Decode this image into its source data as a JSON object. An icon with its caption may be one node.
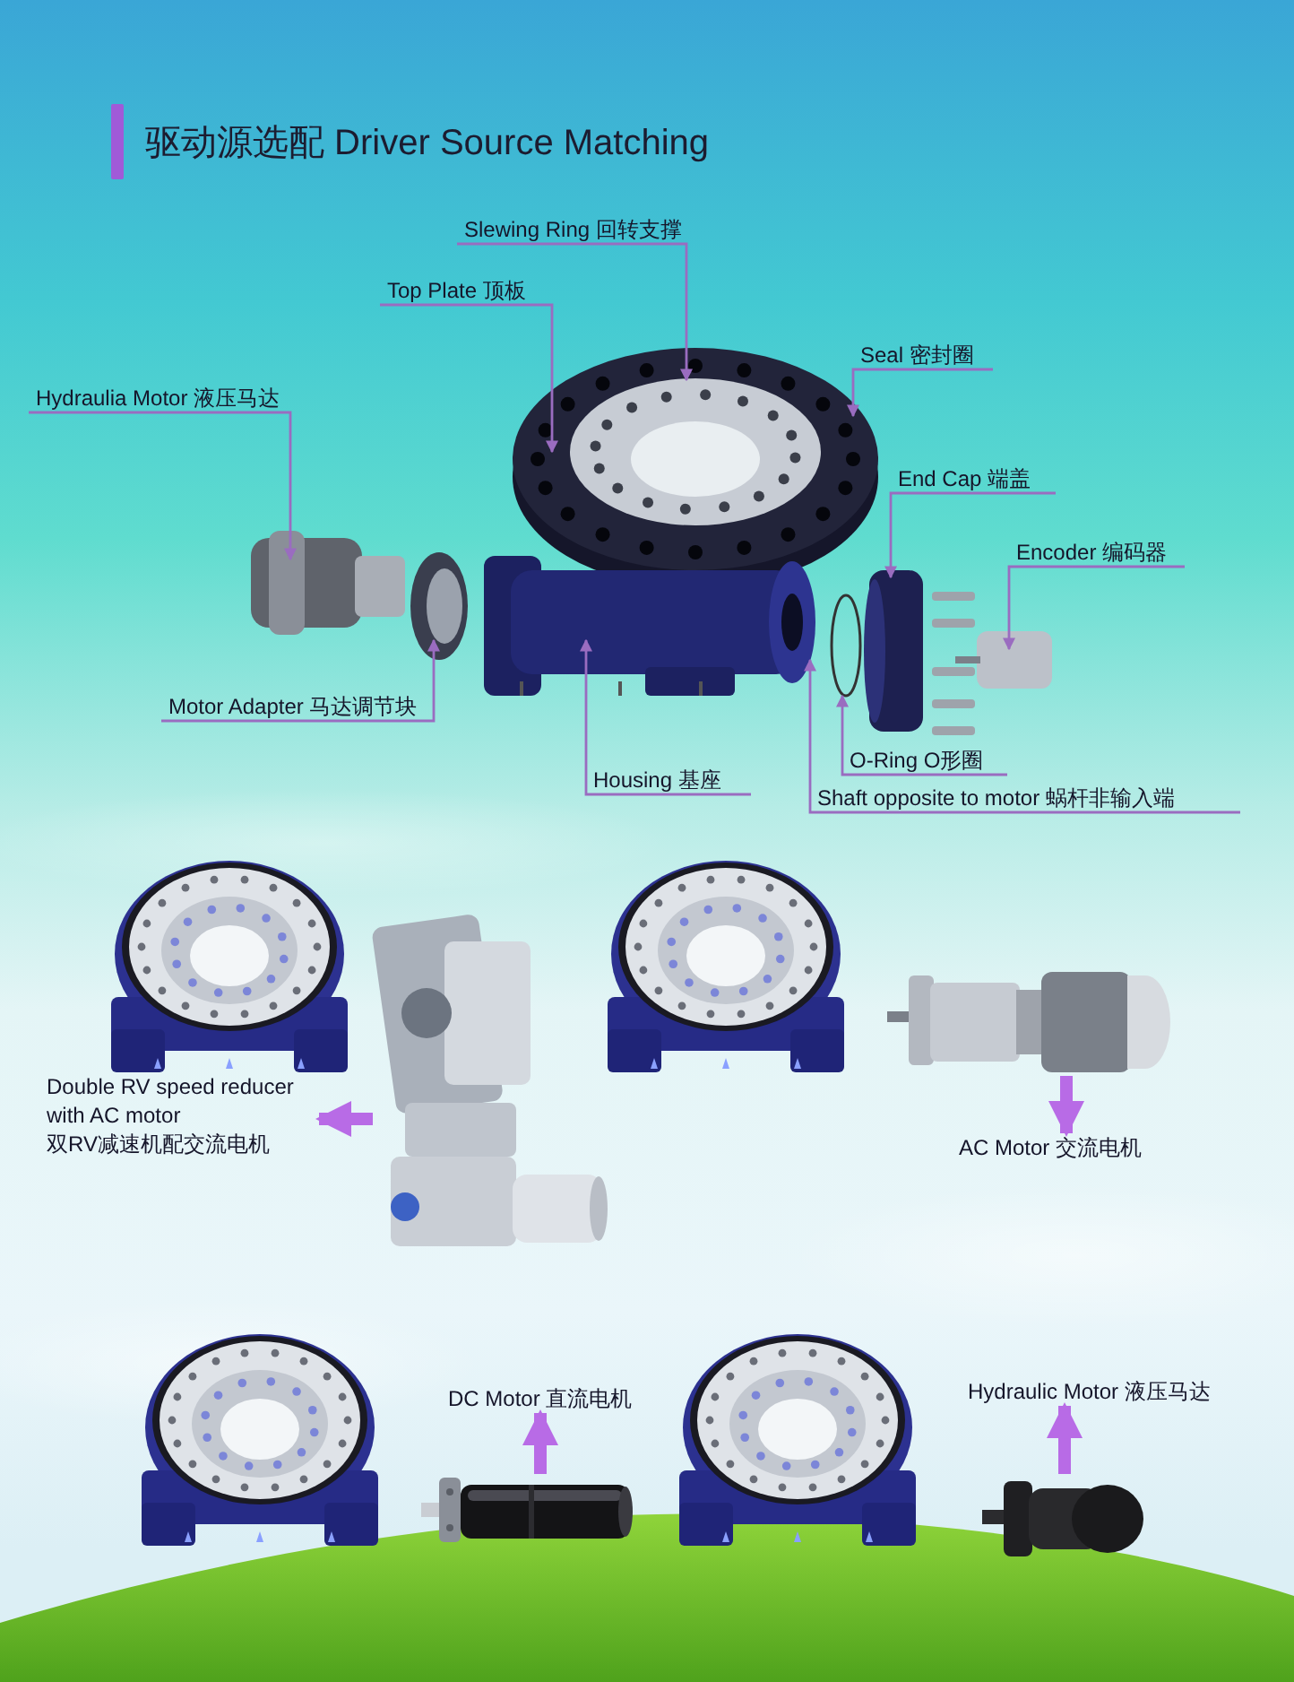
{
  "diagram": {
    "title": "驱动源选配 Driver Source Matching",
    "nodes": [
      {
        "text": [
          "Slewing Ring 回转支撑"
        ]
      },
      {
        "text": [
          "Top Plate 顶板"
        ]
      },
      {
        "text": [
          "Seal 密封圈"
        ]
      },
      {
        "text": [
          "Hydraulia Motor 液压马达"
        ]
      },
      {
        "text": [
          "End Cap 端盖"
        ]
      },
      {
        "text": [
          "Encoder 编码器"
        ]
      },
      {
        "text": [
          "Motor Adapter 马达调节块"
        ]
      },
      {
        "text": [
          "O-Ring O形圈"
        ]
      },
      {
        "text": [
          "Housing 基座"
        ]
      },
      {
        "text": [
          "Shaft opposite to motor 蜗杆非输入端"
        ]
      },
      {
        "text": [
          "Double RV speed reducer with AC motor",
          "双RV减速机配交流电机"
        ]
      },
      {
        "text": [],
        "shape": "picture"
      },
      {
        "text": [
          "AC Motor 交流电机"
        ]
      },
      {
        "text": [],
        "shape": "picture"
      },
      {
        "text": [
          "DC Motor 直流电机"
        ]
      },
      {
        "text": [],
        "shape": "picture"
      },
      {
        "text": [
          "Hydraulic Motor 液压马达"
        ]
      },
      {
        "text": [],
        "shape": "picture"
      }
    ],
    "edges": [
      {
        "from": 0,
        "to": null,
        "arrow": "to"
      },
      {
        "from": 1,
        "to": null,
        "arrow": "to"
      },
      {
        "from": 2,
        "to": null,
        "arrow": "to"
      },
      {
        "from": 3,
        "to": null,
        "arrow": "to"
      },
      {
        "from": 4,
        "to": null,
        "arrow": "to"
      },
      {
        "from": 5,
        "to": null,
        "arrow": "to"
      },
      {
        "from": 6,
        "to": null,
        "arrow": "to"
      },
      {
        "from": 7,
        "to": null,
        "arrow": "to"
      },
      {
        "from": 8,
        "to": null,
        "arrow": "to"
      },
      {
        "from": 9,
        "to": null,
        "arrow": "to"
      },
      {
        "from": 11,
        "to": 10,
        "arrow": "to",
        "style": "thick",
        "color": "#b86be6"
      },
      {
        "from": 13,
        "to": 12,
        "arrow": "to",
        "style": "thick",
        "color": "#b86be6"
      },
      {
        "from": 15,
        "to": 14,
        "arrow": "to",
        "style": "thick",
        "color": "#b86be6"
      },
      {
        "from": 17,
        "to": 16,
        "arrow": "to",
        "style": "thick",
        "color": "#b86be6"
      }
    ]
  }
}
